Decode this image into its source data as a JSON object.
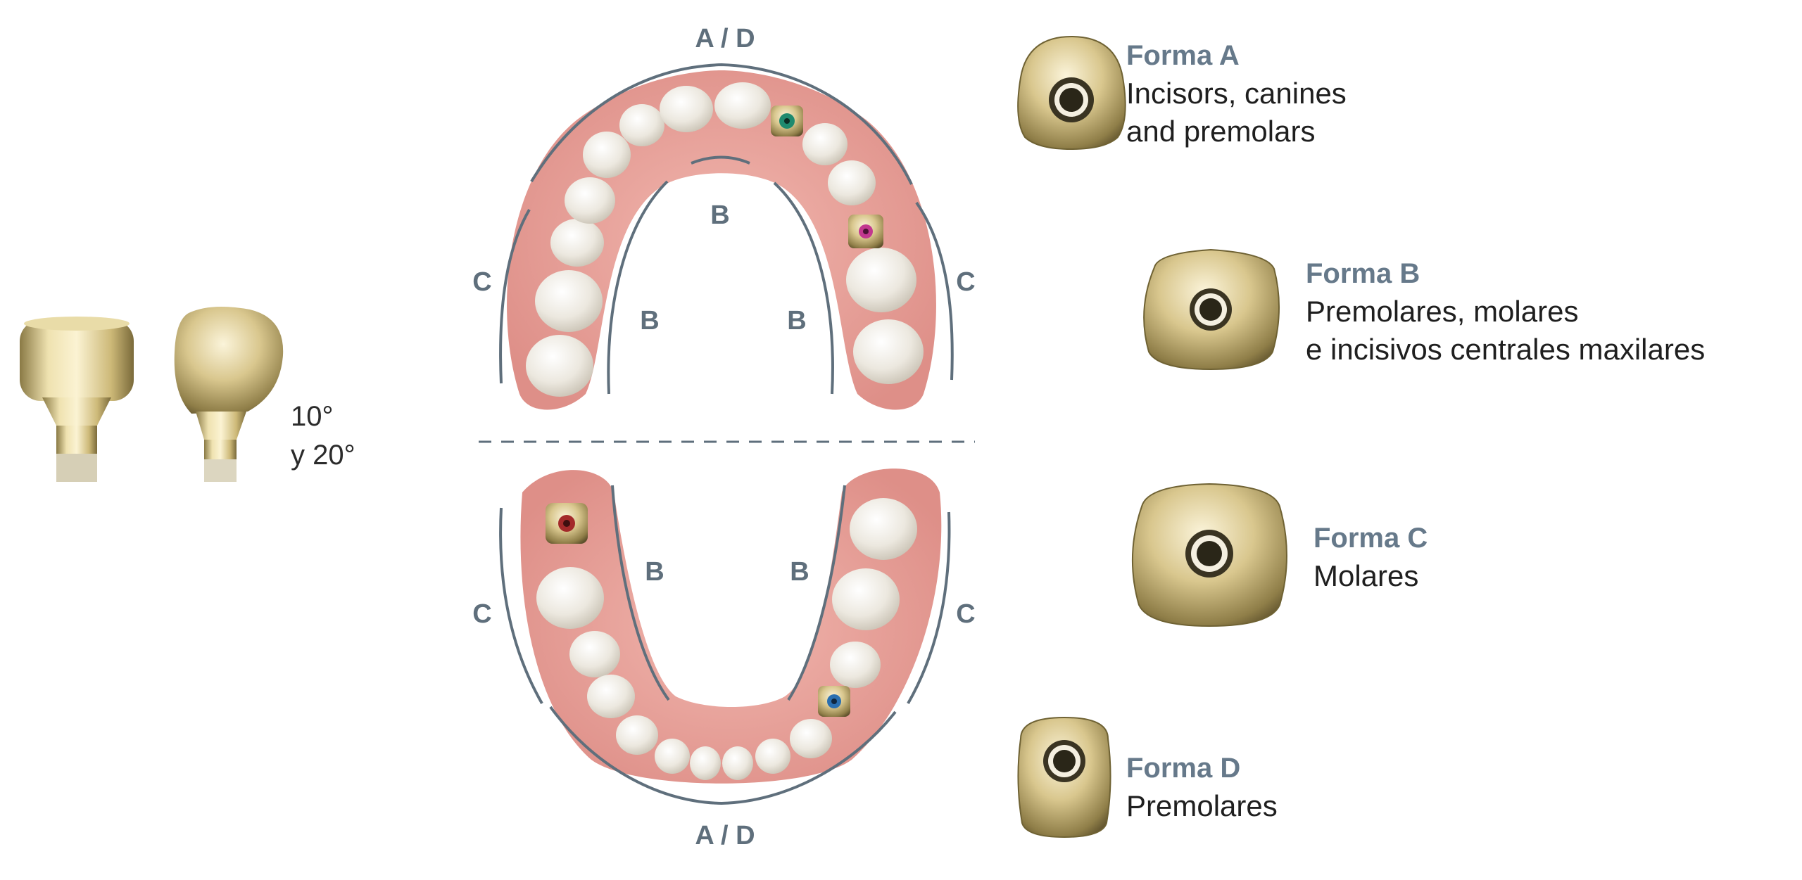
{
  "angles": {
    "line1": "10°",
    "line2": "y 20°"
  },
  "upper_arch": {
    "top_label": "A / D",
    "left_label": "C",
    "right_label": "C",
    "palate_top_label": "B",
    "inner_left_label": "B",
    "inner_right_label": "B"
  },
  "lower_arch": {
    "bottom_label": "A / D",
    "left_label": "C",
    "right_label": "C",
    "inner_left_label": "B",
    "inner_right_label": "B"
  },
  "forms": [
    {
      "title": "Forma A",
      "line1": "Incisors, canines",
      "line2": "and premolars"
    },
    {
      "title": "Forma B",
      "line1": "Premolares, molares",
      "line2": "e incisivos centrales maxilares"
    },
    {
      "title": "Forma C",
      "line1": "Molares",
      "line2": ""
    },
    {
      "title": "Forma D",
      "line1": "Premolares",
      "line2": ""
    }
  ],
  "colors": {
    "label": "#66798a",
    "gum": "#e9a39c",
    "gold": "#c9b87a",
    "marker_green": "#1f8a6e",
    "marker_pink": "#c2388f",
    "marker_red": "#a32a2a",
    "marker_blue": "#2a6fb0"
  }
}
